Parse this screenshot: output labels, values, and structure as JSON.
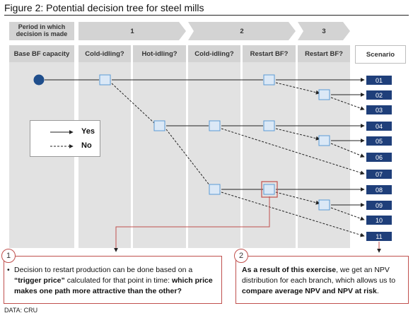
{
  "title": "Figure 2: Potential decision tree for steel mills",
  "period_label": "Period in which decision is made",
  "periods": [
    "1",
    "2",
    "3"
  ],
  "columns": [
    "Base BF capacity",
    "Cold-idling?",
    "Hot-idling?",
    "Cold-idling?",
    "Restart BF?",
    "Restart BF?"
  ],
  "scenario_header": "Scenario",
  "scenarios": [
    "01",
    "02",
    "03",
    "04",
    "05",
    "06",
    "07",
    "08",
    "09",
    "10",
    "11"
  ],
  "legend": {
    "yes": "Yes",
    "no": "No"
  },
  "callout1": {
    "number": "1",
    "bullet": "•",
    "t1": "Decision to restart production can be done based on a ",
    "t2": "“trigger price”",
    "t3": " calculated for that point in time: ",
    "t4": "which price makes one path more attractive than the other?"
  },
  "callout2": {
    "number": "2",
    "t1": "As a result of this exercise",
    "t2": ", we get an NPV distribution for each branch, which allows us to ",
    "t3": "compare average NPV and NPV at risk",
    "t4": "."
  },
  "source": "DATA: CRU",
  "colors": {
    "node": "#dbe8f6",
    "node_border": "#5b9bd5",
    "start": "#1f4e8c",
    "scenario": "#1f3f7a",
    "highlight": "#c0504d",
    "column": "#e2e2e2",
    "header": "#d3d3d3"
  }
}
